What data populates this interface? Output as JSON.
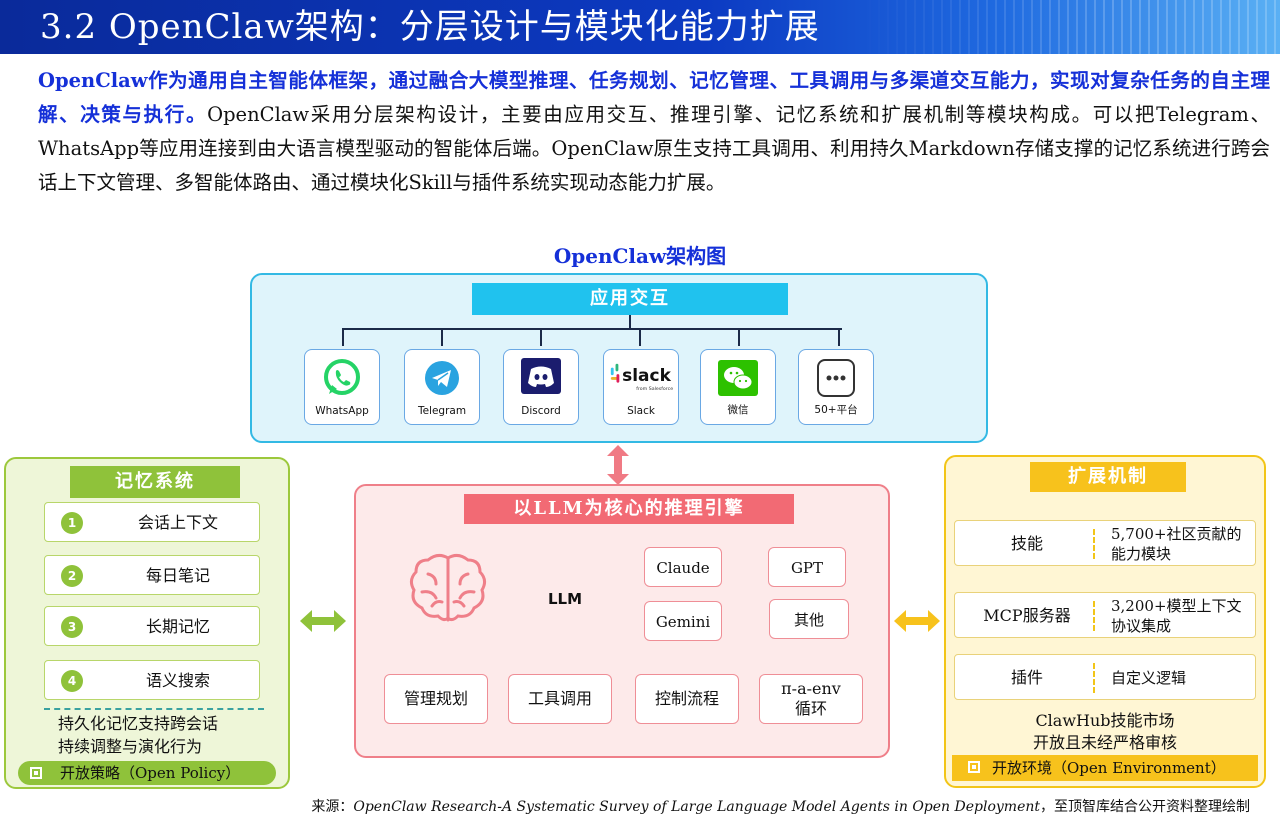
{
  "header": {
    "title": "3.2 OpenClaw架构：分层设计与模块化能力扩展"
  },
  "intro": {
    "highlight": "OpenClaw作为通用自主智能体框架，通过融合大模型推理、任务规划、记忆管理、工具调用与多渠道交互能力，实现对复杂任务的自主理解、决策与执行。",
    "body": "OpenClaw采用分层架构设计，主要由应用交互、推理引擎、记忆系统和扩展机制等模块构成。可以把Telegram、WhatsApp等应用连接到由大语言模型驱动的智能体后端。OpenClaw原生支持工具调用、利用持久Markdown存储支撑的记忆系统进行跨会话上下文管理、多智能体路由、通过模块化Skill与插件系统实现动态能力扩展。"
  },
  "diagram_title": "OpenClaw架构图",
  "app_layer": {
    "label": "应用交互",
    "apps": [
      {
        "name": "WhatsApp",
        "icon": "whatsapp-icon"
      },
      {
        "name": "Telegram",
        "icon": "telegram-icon"
      },
      {
        "name": "Discord",
        "icon": "discord-icon"
      },
      {
        "name": "Slack",
        "icon": "slack-icon",
        "logo_text": "slack",
        "logo_sub": "from Salesforce"
      },
      {
        "name": "微信",
        "icon": "wechat-icon"
      },
      {
        "name": "50+平台",
        "icon": "more-icon"
      }
    ]
  },
  "memory": {
    "label": "记忆系统",
    "items": [
      {
        "num": "1",
        "text": "会话上下文"
      },
      {
        "num": "2",
        "text": "每日笔记"
      },
      {
        "num": "3",
        "text": "长期记忆"
      },
      {
        "num": "4",
        "text": "语义搜索"
      }
    ],
    "note_line1": "持久化记忆支持跨会话",
    "note_line2": "持续调整与演化行为",
    "policy": "开放策略（Open Policy）"
  },
  "engine": {
    "label": "以LLM为核心的推理引擎",
    "llm": "LLM",
    "models": [
      "Claude",
      "GPT",
      "Gemini",
      "其他"
    ],
    "capabilities": [
      "管理规划",
      "工具调用",
      "控制流程"
    ],
    "loop_line1": "π-a-env",
    "loop_line2": "循环"
  },
  "extension": {
    "label": "扩展机制",
    "rows": [
      {
        "key": "技能",
        "value": "5,700+社区贡献的能力模块"
      },
      {
        "key": "MCP服务器",
        "value": "3,200+模型上下文协议集成"
      },
      {
        "key": "插件",
        "value": "自定义逻辑"
      }
    ],
    "note_line1": "ClawHub技能市场",
    "note_line2": "开放且未经严格审核",
    "env": "开放环境（Open Environment）"
  },
  "source": {
    "prefix": "来源：",
    "title": "OpenClaw Research-A Systematic Survey of Large Language Model Agents in Open Deployment",
    "suffix": "，至顶智库结合公开资料整理绘制"
  },
  "colors": {
    "header_blue": "#0c3ac2",
    "highlight_blue": "#1530d8",
    "app_cyan": "#20c2ee",
    "memory_green": "#8fc23a",
    "engine_red": "#f26a74",
    "extension_yellow": "#f7c21c"
  }
}
